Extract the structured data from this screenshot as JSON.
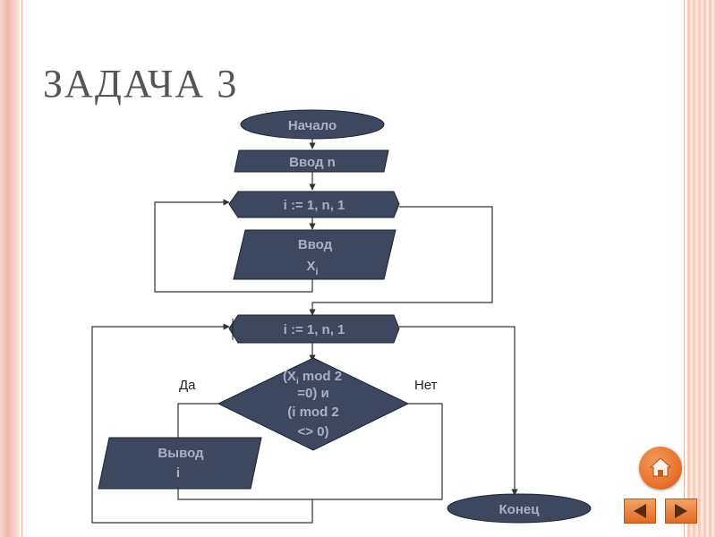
{
  "slide": {
    "title": "ЗАДАЧА 3"
  },
  "flowchart": {
    "start": "Начало",
    "input_n": "Ввод n",
    "loop1": "i := 1, n, 1",
    "input_x": "Ввод",
    "input_x_var": "X",
    "input_x_sub": "i",
    "loop2": "i := 1, n, 1",
    "condition_lines": [
      "(X",
      "i",
      " mod 2",
      "=0) и",
      "(i mod 2",
      "<> 0)"
    ],
    "yes_label": "Да",
    "no_label": "Нет",
    "output": "Вывод",
    "output_var": "i",
    "end": "Конец"
  },
  "colors": {
    "shape_fill": "#3d475d",
    "shape_text": "#a9b2c4",
    "line": "#333333",
    "nav_accent": "#e8742d"
  },
  "nav": {
    "home_icon": "home-icon",
    "prev_icon": "prev-arrow-icon",
    "next_icon": "next-arrow-icon"
  }
}
